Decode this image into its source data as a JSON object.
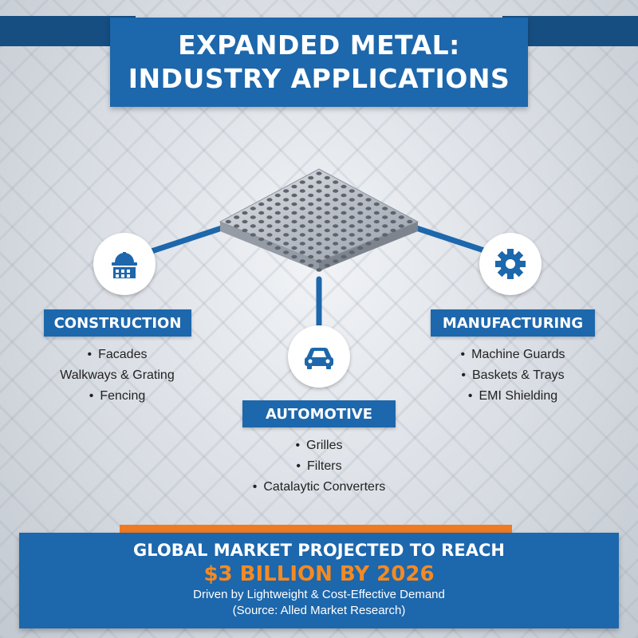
{
  "title": {
    "line1": "EXPANDED METAL:",
    "line2": "INDUSTRY APPLICATIONS"
  },
  "categories": [
    {
      "label": "CONSTRUCTION",
      "icon": "construction-building-icon",
      "items": [
        "Facades",
        "Walkways & Grating",
        "Fencing"
      ],
      "bulleted": [
        true,
        false,
        true
      ]
    },
    {
      "label": "AUTOMOTIVE",
      "icon": "car-icon",
      "items": [
        "Grilles",
        "Filters",
        "Catalaytic Converters"
      ],
      "bulleted": [
        true,
        true,
        true
      ]
    },
    {
      "label": "MANUFACTURING",
      "icon": "gear-icon",
      "items": [
        "Machine Guards",
        "Baskets & Trays",
        "EMI Shielding"
      ],
      "bulleted": [
        true,
        true,
        true
      ]
    }
  ],
  "footer": {
    "headline": "GLOBAL MARKET PROJECTED TO REACH",
    "value": "$3 BILLION BY 2026",
    "driver": "Driven by Lightweight & Cost-Effective Demand",
    "source": "(Source: Alled Market Research)"
  },
  "colors": {
    "brand_blue": "#1d67ac",
    "dark_blue": "#164e82",
    "accent_orange": "#ee7a22",
    "value_orange": "#f48a22",
    "background": "#dde1e7"
  }
}
